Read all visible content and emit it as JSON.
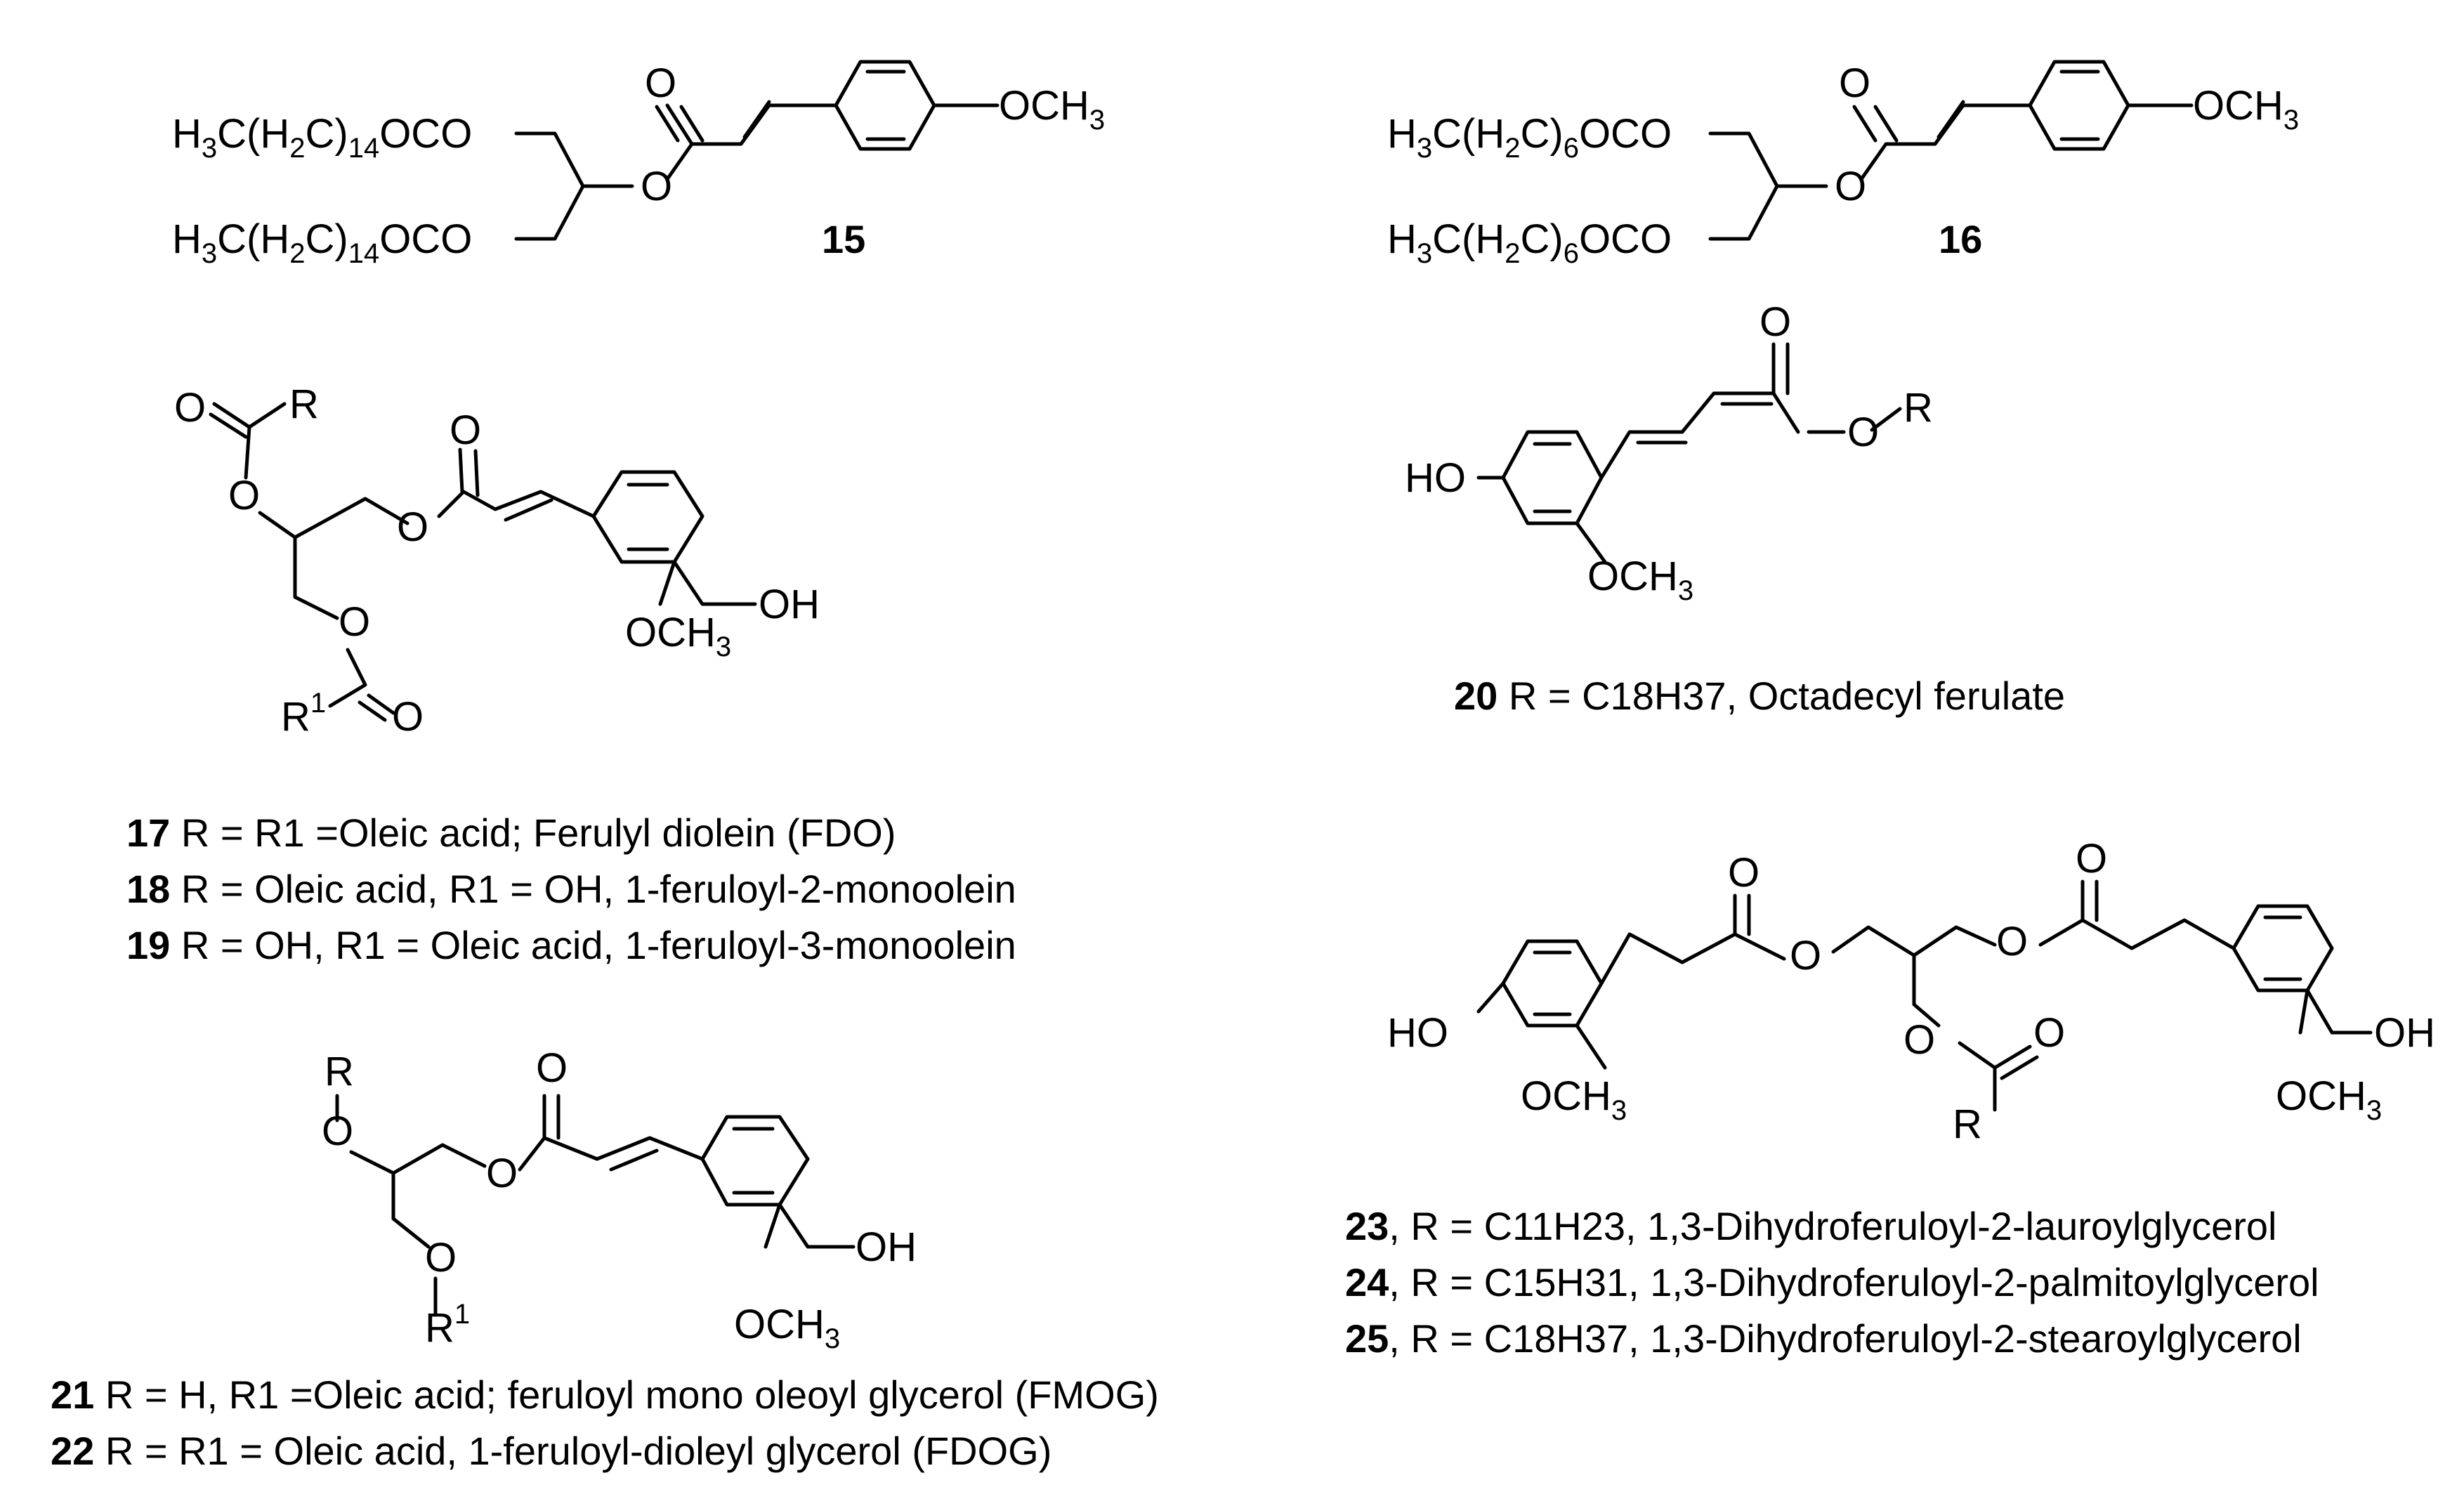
{
  "atoms": {
    "O": "O",
    "R": "R",
    "OH": "OH",
    "HO": "HO",
    "OCH3_main": "OCH",
    "OCH3_sub": "3",
    "R1_sup": "1",
    "H3C_H": "H",
    "H3C_3": "3",
    "chain_C_H": "C(H",
    "chain_2": "2",
    "chain_C": "C)",
    "chain_OCO": "OCO"
  },
  "compounds": {
    "c15": {
      "number": "15",
      "chain_count": "14"
    },
    "c16": {
      "number": "16",
      "chain_count": "6"
    }
  },
  "captions": {
    "c17": {
      "number": "17",
      "text": "  R = R1 =Oleic acid; Ferulyl diolein (FDO)"
    },
    "c18": {
      "number": "18",
      "text": " R = Oleic acid, R1 = OH, 1-feruloyl-2-monoolein"
    },
    "c19": {
      "number": "19",
      "text": " R = OH, R1 = Oleic acid, 1-feruloyl-3-monoolein"
    },
    "c20": {
      "number": "20",
      "text": " R = C18H37, Octadecyl ferulate"
    },
    "c21": {
      "number": "21",
      "text": "  R = H, R1 =Oleic acid; feruloyl mono oleoyl glycerol (FMOG)"
    },
    "c22": {
      "number": "22",
      "text": " R = R1 = Oleic acid,  1-feruloyl-dioleyl glycerol (FDOG)"
    },
    "c23": {
      "number": "23",
      "text": ", R = C11H23, 1,3-Dihydroferuloyl-2-lauroylglycerol"
    },
    "c24": {
      "number": "24",
      "text": ", R = C15H31, 1,3-Dihydroferuloyl-2-palmitoylglycerol"
    },
    "c25": {
      "number": "25",
      "text": ", R = C18H37, 1,3-Dihydroferuloyl-2-stearoylglycerol"
    }
  }
}
